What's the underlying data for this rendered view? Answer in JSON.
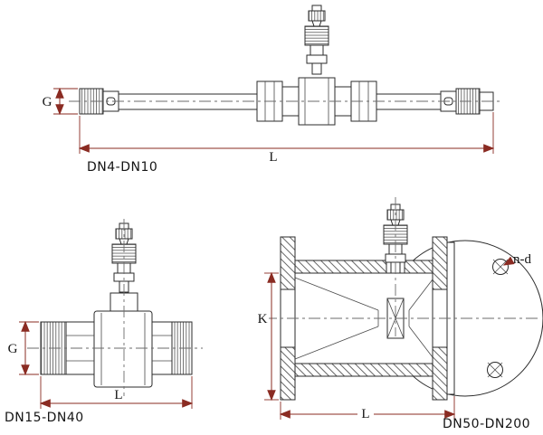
{
  "colors": {
    "background": "#ffffff",
    "line": "#2b2b2b",
    "dimension": "#8a2b22",
    "centerline": "#6b6b6b"
  },
  "drawings": {
    "dn4_dn10": {
      "caption": "DN4-DN10",
      "dims": {
        "g": "G",
        "l": "L"
      }
    },
    "dn15_dn40": {
      "caption": "DN15-DN40",
      "dims": {
        "g": "G",
        "l": "L"
      }
    },
    "dn50_dn200": {
      "caption": "DN50-DN200",
      "dims": {
        "k": "K",
        "l": "L",
        "bolt_holes": "n-d"
      }
    }
  }
}
